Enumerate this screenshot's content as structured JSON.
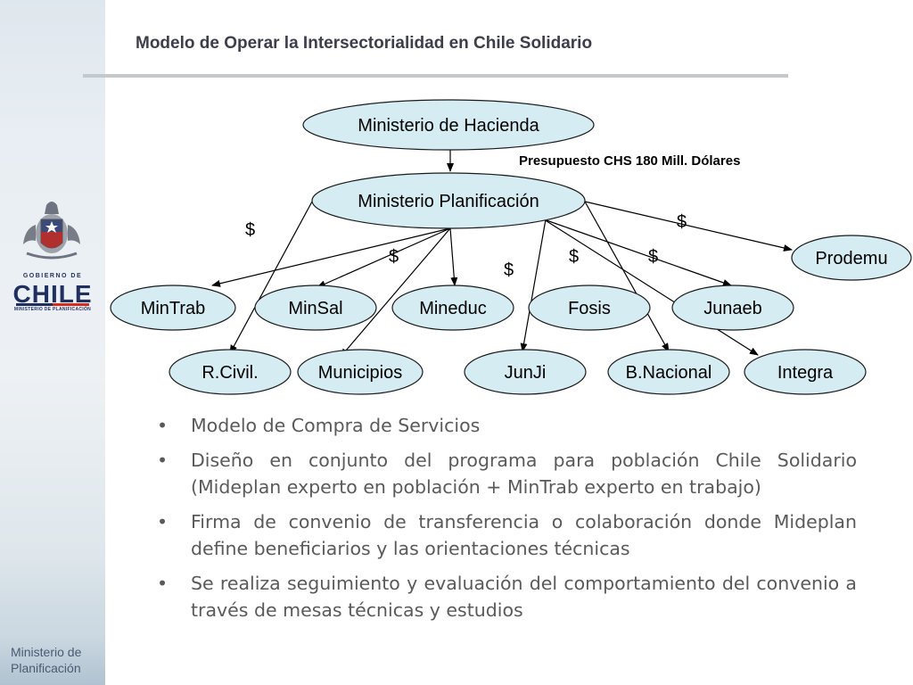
{
  "title": "Modelo de Operar la Intersectorialidad en Chile Solidario",
  "logo": {
    "gobierno": "GOBIERNO DE",
    "chile": "CHILE",
    "ministerio_small": "MINISTERIO DE PLANIFICACIÓN",
    "ministerio_bottom_line1": "Ministerio de",
    "ministerio_bottom_line2": "Planificación"
  },
  "colors": {
    "node_fill": "#d6ecf3",
    "text": "#3d3d4c",
    "chile_blue": "#1f2f5f",
    "chile_red": "#d52b1e"
  },
  "diagram": {
    "hacienda": "Ministerio de Hacienda",
    "planificacion": "Ministerio Planificación",
    "budget_label": "Presupuesto CHS 180 Mill. Dólares",
    "dollar": "$",
    "row1": [
      "MinTrab",
      "MinSal",
      "Mineduc",
      "Fosis",
      "Junaeb"
    ],
    "prodemu": "Prodemu",
    "row2": [
      "R.Civil.",
      "Municipios",
      "JunJi",
      "B.Nacional",
      "Integra"
    ]
  },
  "bullets": [
    "Modelo de Compra de Servicios",
    "Diseño en conjunto del programa para población Chile Solidario (Mideplan experto en población + MinTrab experto en trabajo)",
    "Firma de convenio de transferencia o colaboración donde Mideplan define beneficiarios y las orientaciones técnicas",
    "Se realiza seguimiento y evaluación del comportamiento del convenio a través de mesas técnicas y estudios"
  ]
}
